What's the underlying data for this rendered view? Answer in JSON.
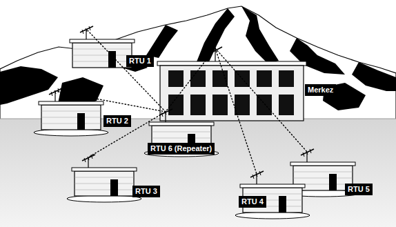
{
  "diagram": {
    "nodes": [
      {
        "text": [
          "RTU 1"
        ]
      },
      {
        "text": [
          "Merkez"
        ]
      },
      {
        "text": [
          "RTU 2"
        ]
      },
      {
        "text": [
          "RTU 6 (Repeater)"
        ]
      },
      {
        "text": [
          "RTU 5"
        ]
      },
      {
        "text": [
          "RTU 3"
        ]
      },
      {
        "text": [
          "RTU 4"
        ]
      }
    ],
    "edges": [
      {
        "from": 1,
        "to": 3,
        "arrow": "none"
      },
      {
        "from": 3,
        "to": 0,
        "arrow": "none"
      },
      {
        "from": 3,
        "to": 2,
        "arrow": "none"
      },
      {
        "from": 3,
        "to": 5,
        "arrow": "none"
      },
      {
        "from": 1,
        "to": 6,
        "arrow": "none"
      },
      {
        "from": 1,
        "to": 4,
        "arrow": "none"
      }
    ]
  }
}
